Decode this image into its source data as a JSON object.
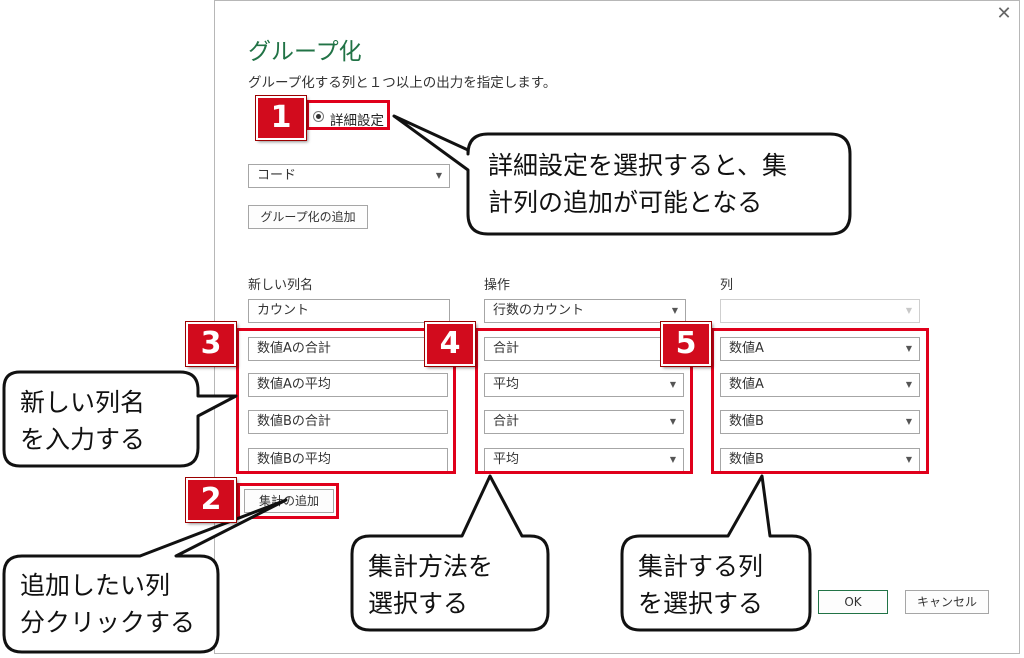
{
  "dialog": {
    "title": "グループ化",
    "subtitle": "グループ化する列と１つ以上の出力を指定します。",
    "radio_advanced": "詳細設定",
    "group_column": "コード",
    "add_group_button": "グループ化の追加",
    "close_glyph": "✕"
  },
  "columns": {
    "new_name_header": "新しい列名",
    "operation_header": "操作",
    "column_header": "列"
  },
  "rows": [
    {
      "name": "カウント",
      "operation": "行数のカウント",
      "column": ""
    },
    {
      "name": "数値Aの合計",
      "operation": "合計",
      "column": "数値A"
    },
    {
      "name": "数値Aの平均",
      "operation": "平均",
      "column": "数値A"
    },
    {
      "name": "数値Bの合計",
      "operation": "合計",
      "column": "数値B"
    },
    {
      "name": "数値Bの平均",
      "operation": "平均",
      "column": "数値B"
    }
  ],
  "add_aggregation_button": "集計の追加",
  "ok_button": "OK",
  "cancel_button": "キャンセル",
  "badges": [
    "1",
    "2",
    "3",
    "4",
    "5"
  ],
  "callouts": {
    "advanced": "詳細設定を選択すると、集\n計列の追加が可能となる",
    "new_name": "新しい列名\nを入力する",
    "add_col": "追加したい列\n分クリックする",
    "method": "集計方法を\n選択する",
    "target": "集計する列\nを選択する"
  },
  "colors": {
    "accent": "#217346",
    "highlight_red": "#e0001b",
    "badge_red": "#d20b1d"
  }
}
